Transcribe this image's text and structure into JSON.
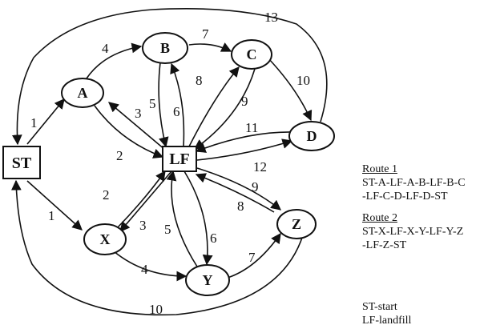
{
  "nodes": [
    {
      "id": "ST",
      "label": "ST"
    },
    {
      "id": "A",
      "label": "A"
    },
    {
      "id": "B",
      "label": "B"
    },
    {
      "id": "C",
      "label": "C"
    },
    {
      "id": "D",
      "label": "D"
    },
    {
      "id": "LF",
      "label": "LF"
    },
    {
      "id": "X",
      "label": "X"
    },
    {
      "id": "Y",
      "label": "Y"
    },
    {
      "id": "Z",
      "label": "Z"
    }
  ],
  "edges": [
    {
      "from": "ST",
      "to": "A",
      "weight": "1"
    },
    {
      "from": "A",
      "to": "B",
      "weight": "4"
    },
    {
      "from": "B",
      "to": "C",
      "weight": "7"
    },
    {
      "from": "C",
      "to": "D",
      "weight": "10"
    },
    {
      "from": "D",
      "to": "ST",
      "weight": "13"
    },
    {
      "from": "A",
      "to": "LF",
      "weight": "2"
    },
    {
      "from": "LF",
      "to": "A",
      "weight": "3"
    },
    {
      "from": "B",
      "to": "LF",
      "weight": "5"
    },
    {
      "from": "LF",
      "to": "B",
      "weight": "6"
    },
    {
      "from": "LF",
      "to": "C",
      "weight": "8"
    },
    {
      "from": "C",
      "to": "LF",
      "weight": "9"
    },
    {
      "from": "D",
      "to": "LF",
      "weight": "11"
    },
    {
      "from": "LF",
      "to": "D",
      "weight": "12"
    },
    {
      "from": "ST",
      "to": "X",
      "weight": "1"
    },
    {
      "from": "X",
      "to": "LF",
      "weight": "2"
    },
    {
      "from": "LF",
      "to": "X",
      "weight": "3"
    },
    {
      "from": "X",
      "to": "Y",
      "weight": "4"
    },
    {
      "from": "Y",
      "to": "LF",
      "weight": "5"
    },
    {
      "from": "LF",
      "to": "Y",
      "weight": "6"
    },
    {
      "from": "Y",
      "to": "Z",
      "weight": "7"
    },
    {
      "from": "Z",
      "to": "LF",
      "weight": "8"
    },
    {
      "from": "LF",
      "to": "Z",
      "weight": "9"
    },
    {
      "from": "Z",
      "to": "ST",
      "weight": "10"
    }
  ],
  "routes": [
    {
      "title": "Route 1",
      "lines": [
        "ST-A-LF-A-B-LF-B-C",
        "-LF-C-D-LF-D-ST"
      ]
    },
    {
      "title": "Route 2",
      "lines": [
        "ST-X-LF-X-Y-LF-Y-Z",
        "-LF-Z-ST"
      ]
    }
  ],
  "key": [
    "ST-start",
    "LF-landfill"
  ]
}
